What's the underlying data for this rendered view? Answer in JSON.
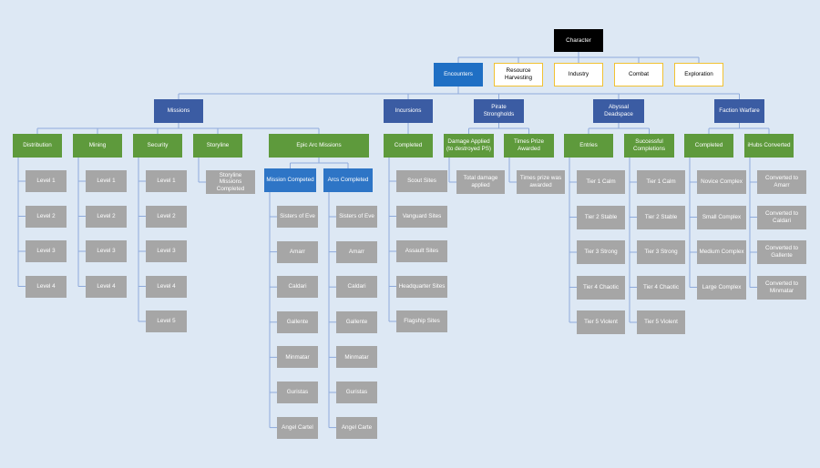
{
  "root": "Character",
  "categories": [
    "Encounters",
    "Resource Harvesting",
    "Industry",
    "Combat",
    "Exploration"
  ],
  "groups": {
    "missions": "Missions",
    "incursions": "Incursions",
    "pirate": "Pirate Strongholds",
    "abyssal": "Abyssal Deadspace",
    "fw": "Faction Warfare"
  },
  "missions": {
    "distribution": {
      "label": "Distribution",
      "items": [
        "Level 1",
        "Level 2",
        "Level 3",
        "Level 4"
      ]
    },
    "mining": {
      "label": "Mining",
      "items": [
        "Level 1",
        "Level 2",
        "Level 3",
        "Level 4"
      ]
    },
    "security": {
      "label": "Security",
      "items": [
        "Level 1",
        "Level 2",
        "Level 3",
        "Level 4",
        "Level 5"
      ]
    },
    "storyline": {
      "label": "Storyline",
      "items": [
        "Storyline Missions Completed"
      ]
    },
    "epic": {
      "label": "Epic Arc Missions",
      "mission_completed": {
        "label": "Mission Competed",
        "items": [
          "Sisters of Eve",
          "Amarr",
          "Caldari",
          "Gallente",
          "Minmatar",
          "Guristas",
          "Angel Cartel"
        ]
      },
      "arcs_completed": {
        "label": "Arcs Completed",
        "items": [
          "Sisters of Eve",
          "Amarr",
          "Caldari",
          "Gallente",
          "Minmatar",
          "Guristas",
          "Angel Carte"
        ]
      }
    }
  },
  "incursions": {
    "completed": {
      "label": "Completed",
      "items": [
        "Scout Sites",
        "Vanguard Sites",
        "Assault Sites",
        "Headquarter Sites",
        "Flagship Sites"
      ]
    }
  },
  "pirate": {
    "damage": {
      "label": "Damage Applied (to destroyed PS)",
      "items": [
        "Total damage applied"
      ]
    },
    "prize": {
      "label": "Times Prize Awarded",
      "items": [
        "Times prize was awarded"
      ]
    }
  },
  "abyssal": {
    "entries": {
      "label": "Entries",
      "items": [
        "Tier 1 Calm",
        "Tier 2 Stable",
        "Tier 3 Strong",
        "Tier 4 Chaotic",
        "Tier 5 Violent"
      ]
    },
    "success": {
      "label": "Successful Completions",
      "items": [
        "Tier 1 Calm",
        "Tier 2 Stable",
        "Tier 3 Strong",
        "Tier 4 Chaotic",
        "Tier 5 Violent"
      ]
    }
  },
  "fw": {
    "completed": {
      "label": "Completed",
      "items": [
        "Novice Complex",
        "Small Complex",
        "Medium Complex",
        "Large Complex"
      ]
    },
    "ihubs": {
      "label": "iHubs Converted",
      "items": [
        "Converted to Amarr",
        "Converted to Caldari",
        "Converted to Gallente",
        "Converted to Minmatar"
      ]
    }
  },
  "colors": {
    "background": "#dde8f4",
    "root": "#000000",
    "category_border": "#f1c232",
    "category_active": "#1f6fc4",
    "group": "#3b5ca3",
    "sub": "#5e9a3c",
    "sub_blue": "#2e75c6",
    "leaf": "#a6a6a6",
    "connector": "#8eaadb"
  }
}
